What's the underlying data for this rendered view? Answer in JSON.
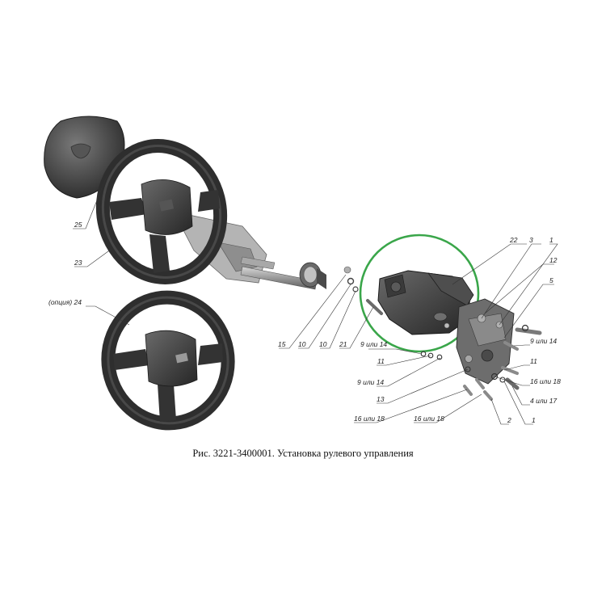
{
  "caption": "Рис. 3221-3400001. Установка рулевого управления",
  "highlight_color": "#3aa64a",
  "labels": {
    "l25": "25",
    "l23": "23",
    "l24": "(опция) 24",
    "l15": "15",
    "l10a": "10",
    "l10b": "10",
    "l21": "21",
    "l9a": "9 или 14",
    "l11a": "11",
    "l9b": "9 или 14",
    "l13": "13",
    "l16a": "16 или 18",
    "l16b": "16 или 18",
    "l22": "22",
    "l3": "3",
    "l1a": "1",
    "l12": "12",
    "l5": "5",
    "l9c": "9 или 14",
    "l11b": "11",
    "l16c": "16 или 18",
    "l4": "4 или 17",
    "l2": "2",
    "l1b": "1"
  }
}
